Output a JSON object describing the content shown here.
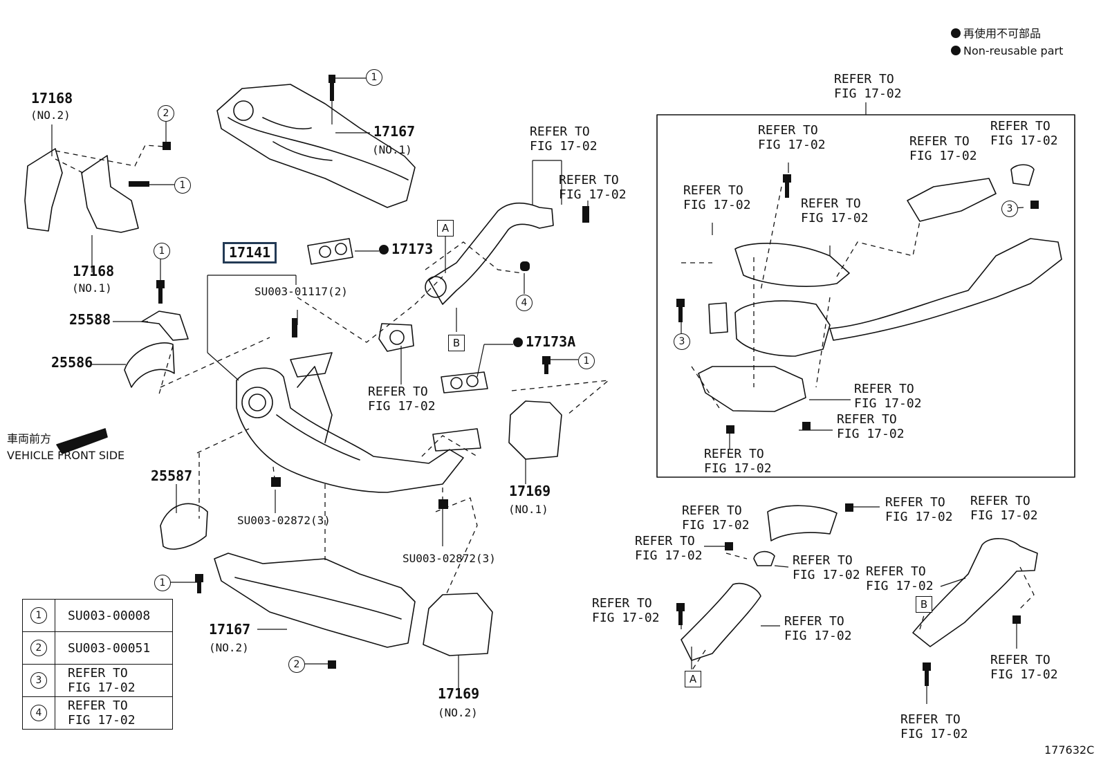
{
  "notes": {
    "non_reusable_jp": "再使用不可部品",
    "non_reusable_en": "Non-reusable part",
    "vehicle_front_jp": "車両前方",
    "vehicle_front_en": "VEHICLE FRONT SIDE",
    "figure_id": "177632C"
  },
  "refer": {
    "line1": "REFER TO",
    "line2": "FIG 17-02"
  },
  "parts": {
    "p17141": "17141",
    "p17167": "17167",
    "p17168": "17168",
    "p17169": "17169",
    "p17173": "17173",
    "p17173a": "17173A",
    "p25586": "25586",
    "p25587": "25587",
    "p25588": "25588",
    "no1": "(NO.1)",
    "no2": "(NO.2)",
    "su01117": "SU003-01117(2)",
    "su02872": "SU003-02872(3)"
  },
  "callouts": {
    "c1": "1",
    "c2": "2",
    "c3": "3",
    "c4": "4",
    "a": "A",
    "b": "B"
  },
  "legend": [
    {
      "key": "1",
      "line1": "SU003-00008",
      "line2": ""
    },
    {
      "key": "2",
      "line1": "SU003-00051",
      "line2": ""
    },
    {
      "key": "3",
      "line1": "REFER TO",
      "line2": "FIG 17-02"
    },
    {
      "key": "4",
      "line1": "REFER TO",
      "line2": "FIG 17-02"
    }
  ]
}
